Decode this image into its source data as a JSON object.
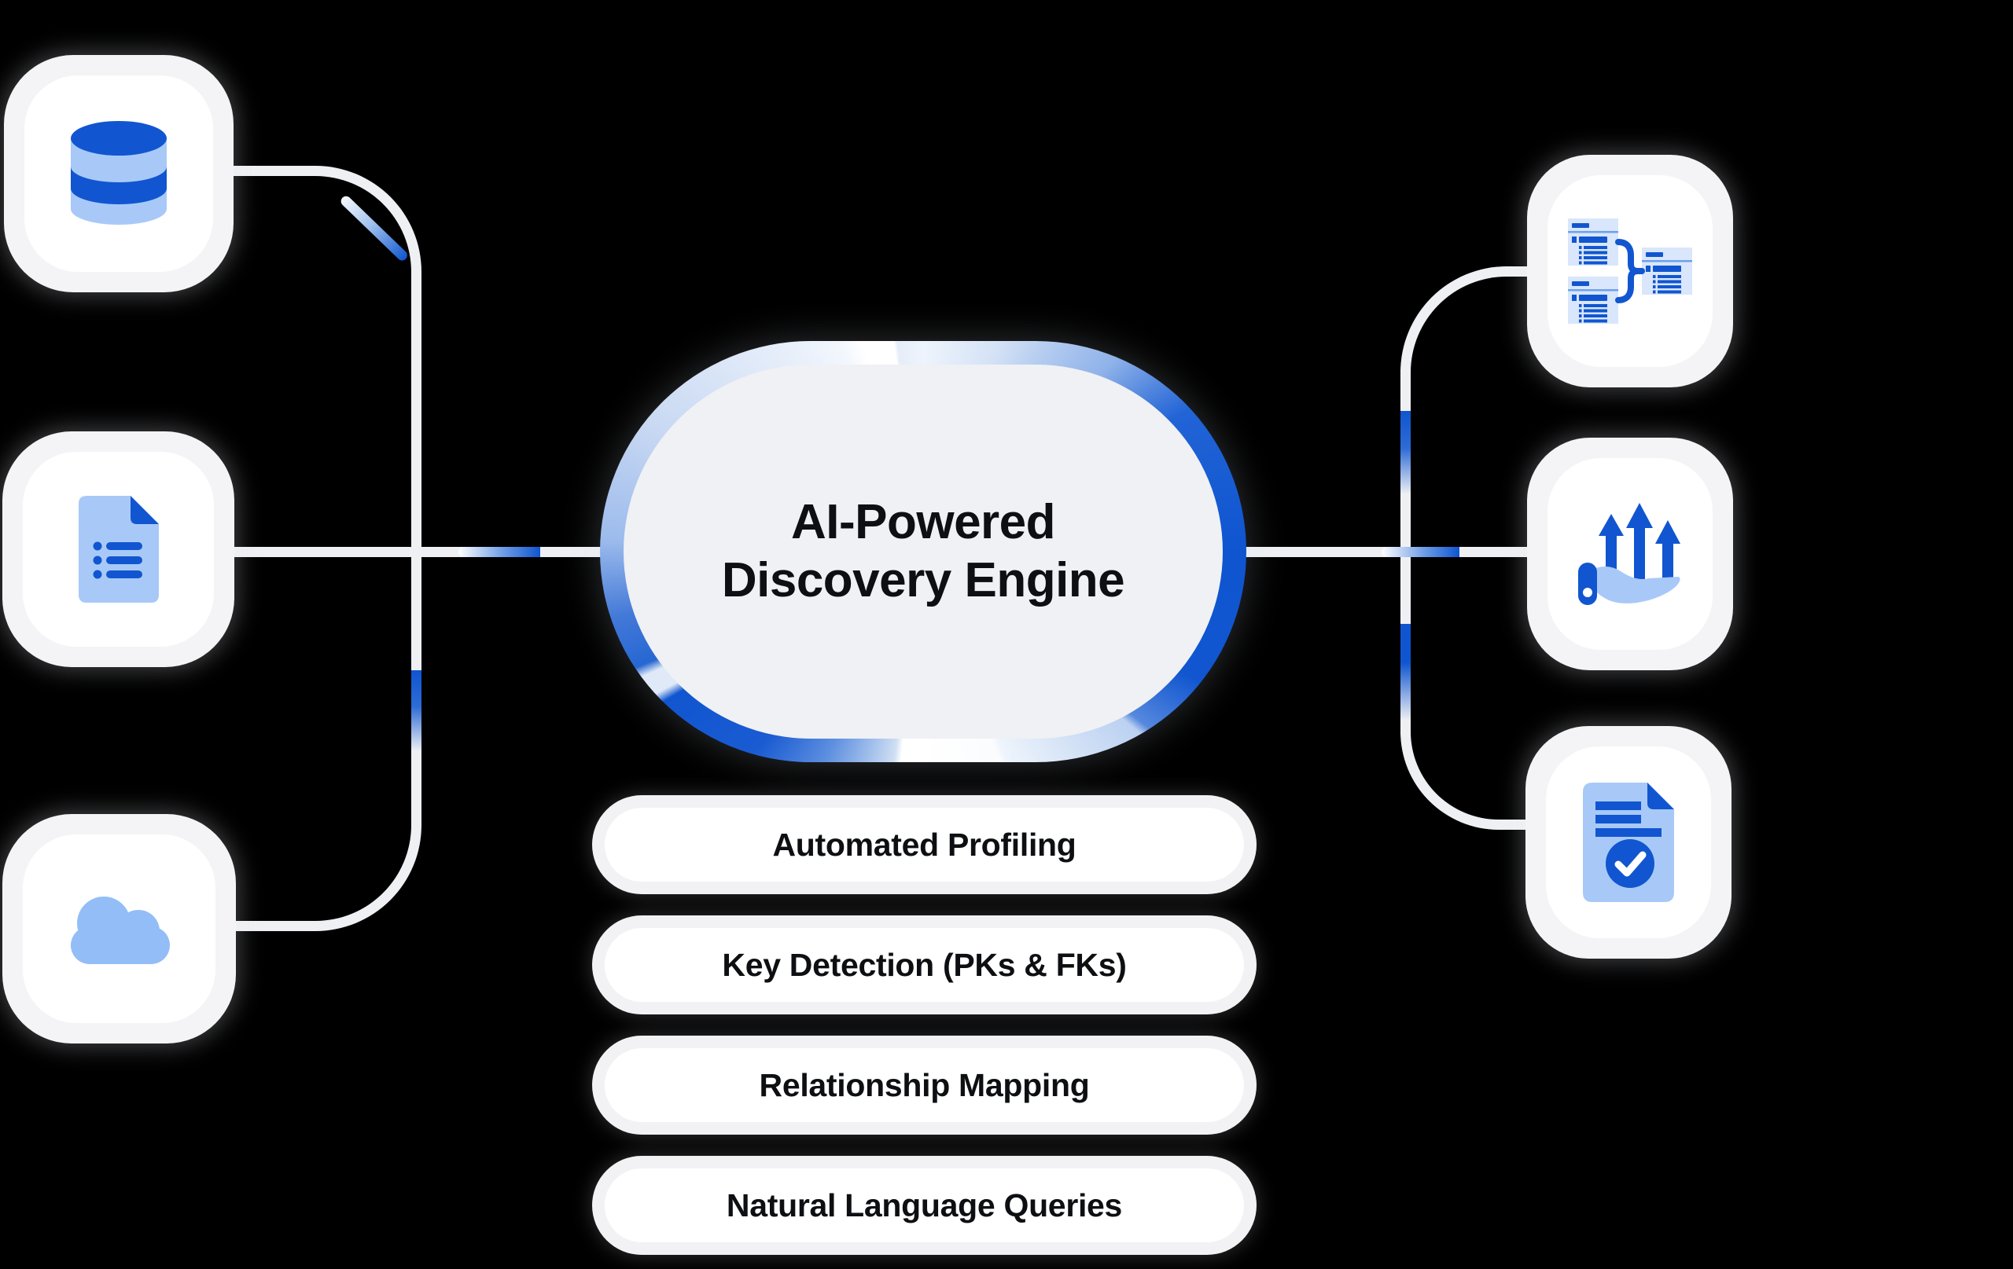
{
  "title": {
    "lines": [
      "AI-Powered",
      "Discovery Engine"
    ]
  },
  "features": [
    {
      "label": "Automated Profiling"
    },
    {
      "label": "Key Detection (PKs & FKs)"
    },
    {
      "label": "Relationship Mapping"
    },
    {
      "label": "Natural Language Queries"
    }
  ],
  "inputs": [
    {
      "icon": "database-icon"
    },
    {
      "icon": "document-list-icon"
    },
    {
      "icon": "cloud-icon"
    }
  ],
  "outputs": [
    {
      "icon": "schema-mapping-icon"
    },
    {
      "icon": "growth-arrows-icon"
    },
    {
      "icon": "document-check-icon"
    }
  ],
  "palette": {
    "background": "#000000",
    "primary_blue": "#1156d0",
    "light_blue": "#a8c9f8",
    "pale_card_blue": "#d9e6fb",
    "cloud_blue": "#93bdf6",
    "connector_line": "#eef0f3",
    "box_outer": "#f4f4f6",
    "box_inner": "#ffffff",
    "engine_fill": "#f0f1f4",
    "text": "#0d0f12"
  }
}
